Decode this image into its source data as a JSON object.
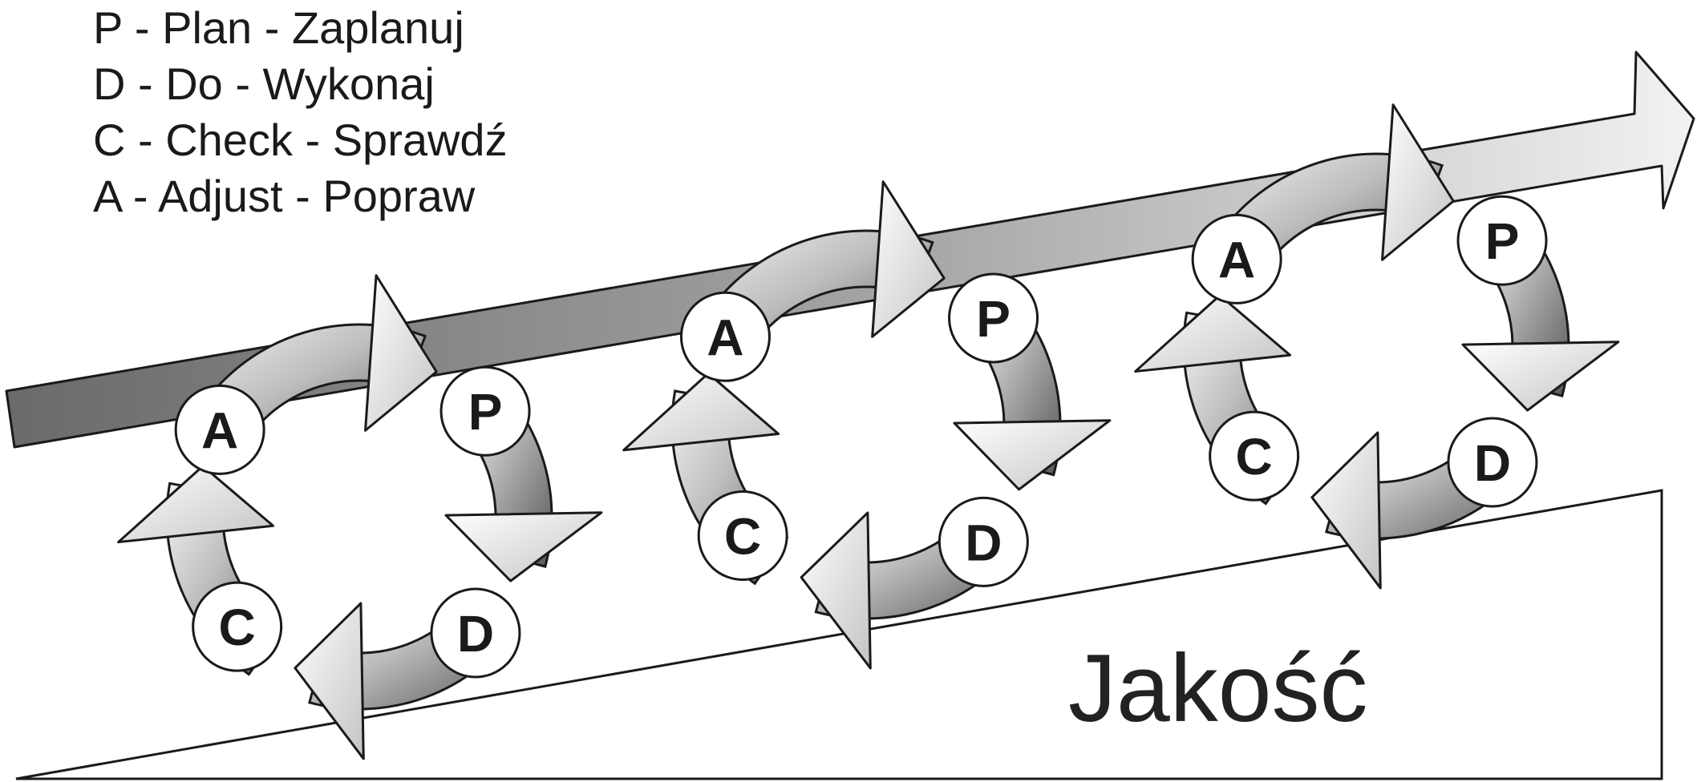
{
  "legend": [
    "P - Plan - Zaplanuj",
    "D - Do - Wykonaj",
    "C - Check - Sprawdź",
    "A - Adjust - Popraw"
  ],
  "quality_label": "Jakość",
  "cycles": [
    {
      "labels": {
        "plan": "P",
        "do": "D",
        "check": "C",
        "adjust": "A"
      }
    },
    {
      "labels": {
        "plan": "P",
        "do": "D",
        "check": "C",
        "adjust": "A"
      }
    },
    {
      "labels": {
        "plan": "P",
        "do": "D",
        "check": "C",
        "adjust": "A"
      }
    }
  ]
}
